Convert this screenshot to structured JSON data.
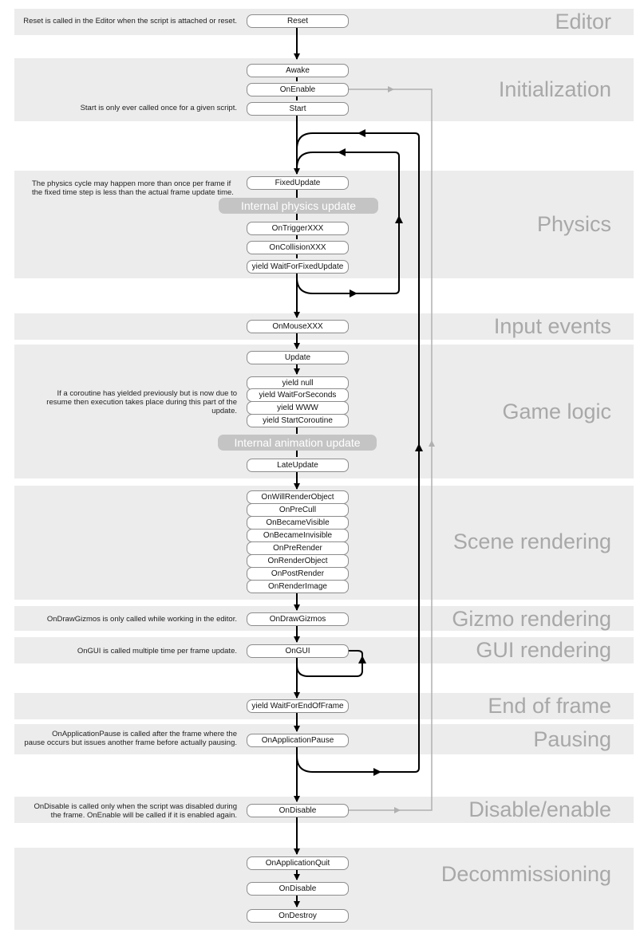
{
  "sections": {
    "editor": "Editor",
    "initialization": "Initialization",
    "physics": "Physics",
    "input_events": "Input events",
    "game_logic": "Game logic",
    "scene_rendering": "Scene rendering",
    "gizmo_rendering": "Gizmo rendering",
    "gui_rendering": "GUI rendering",
    "end_of_frame": "End of frame",
    "pausing": "Pausing",
    "disable_enable": "Disable/enable",
    "decommissioning": "Decommissioning"
  },
  "nodes": {
    "reset": "Reset",
    "awake": "Awake",
    "onenable": "OnEnable",
    "start": "Start",
    "fixedupdate": "FixedUpdate",
    "internal_physics": "Internal physics update",
    "ontrigger": "OnTriggerXXX",
    "oncollision": "OnCollisionXXX",
    "yield_fixed": "yield WaitForFixedUpdate",
    "onmouse": "OnMouseXXX",
    "update": "Update",
    "yield_null": "yield null",
    "yield_seconds": "yield WaitForSeconds",
    "yield_www": "yield WWW",
    "yield_coroutine": "yield StartCoroutine",
    "internal_animation": "Internal animation update",
    "lateupdate": "LateUpdate",
    "onwillrender": "OnWillRenderObject",
    "onprecull": "OnPreCull",
    "onbecamevisible": "OnBecameVisible",
    "onbecameinvisible": "OnBecameInvisible",
    "onprerender": "OnPreRender",
    "onrenderobject": "OnRenderObject",
    "onpostrender": "OnPostRender",
    "onrenderimage": "OnRenderImage",
    "ondrawgizmos": "OnDrawGizmos",
    "ongui": "OnGUI",
    "yield_endframe": "yield WaitForEndOfFrame",
    "onapppause": "OnApplicationPause",
    "ondisable": "OnDisable",
    "onappquit": "OnApplicationQuit",
    "ondisable2": "OnDisable",
    "ondestroy": "OnDestroy"
  },
  "notes": {
    "reset_1": "Reset is called in the Editor when the script is attached or reset.",
    "start_1": "Start is only ever called once for a given script.",
    "physics_1": "The physics cycle may happen more than once per frame if",
    "physics_2": "the fixed time step is less than the actual frame update time.",
    "coroutine_1": "If a coroutine has yielded previously but is now due to",
    "coroutine_2": "resume then execution takes place during this part of the",
    "coroutine_3": "update.",
    "gizmos_1": "OnDrawGizmos is only called while working in the editor.",
    "gui_1": "OnGUI is called multiple time per frame update.",
    "pause_1": "OnApplicationPause is called after the frame where the",
    "pause_2": "pause occurs but issues another frame before actually pausing.",
    "disable_1": "OnDisable is called only when the script was disabled during",
    "disable_2": "the frame. OnEnable will be called if it is enabled again."
  },
  "colors": {
    "band": "#ececec",
    "section_text": "#a8a8a8",
    "pill": "#c4c4c4",
    "flow_arrow": "#000000",
    "return_arrow": "#b0b0b0"
  }
}
